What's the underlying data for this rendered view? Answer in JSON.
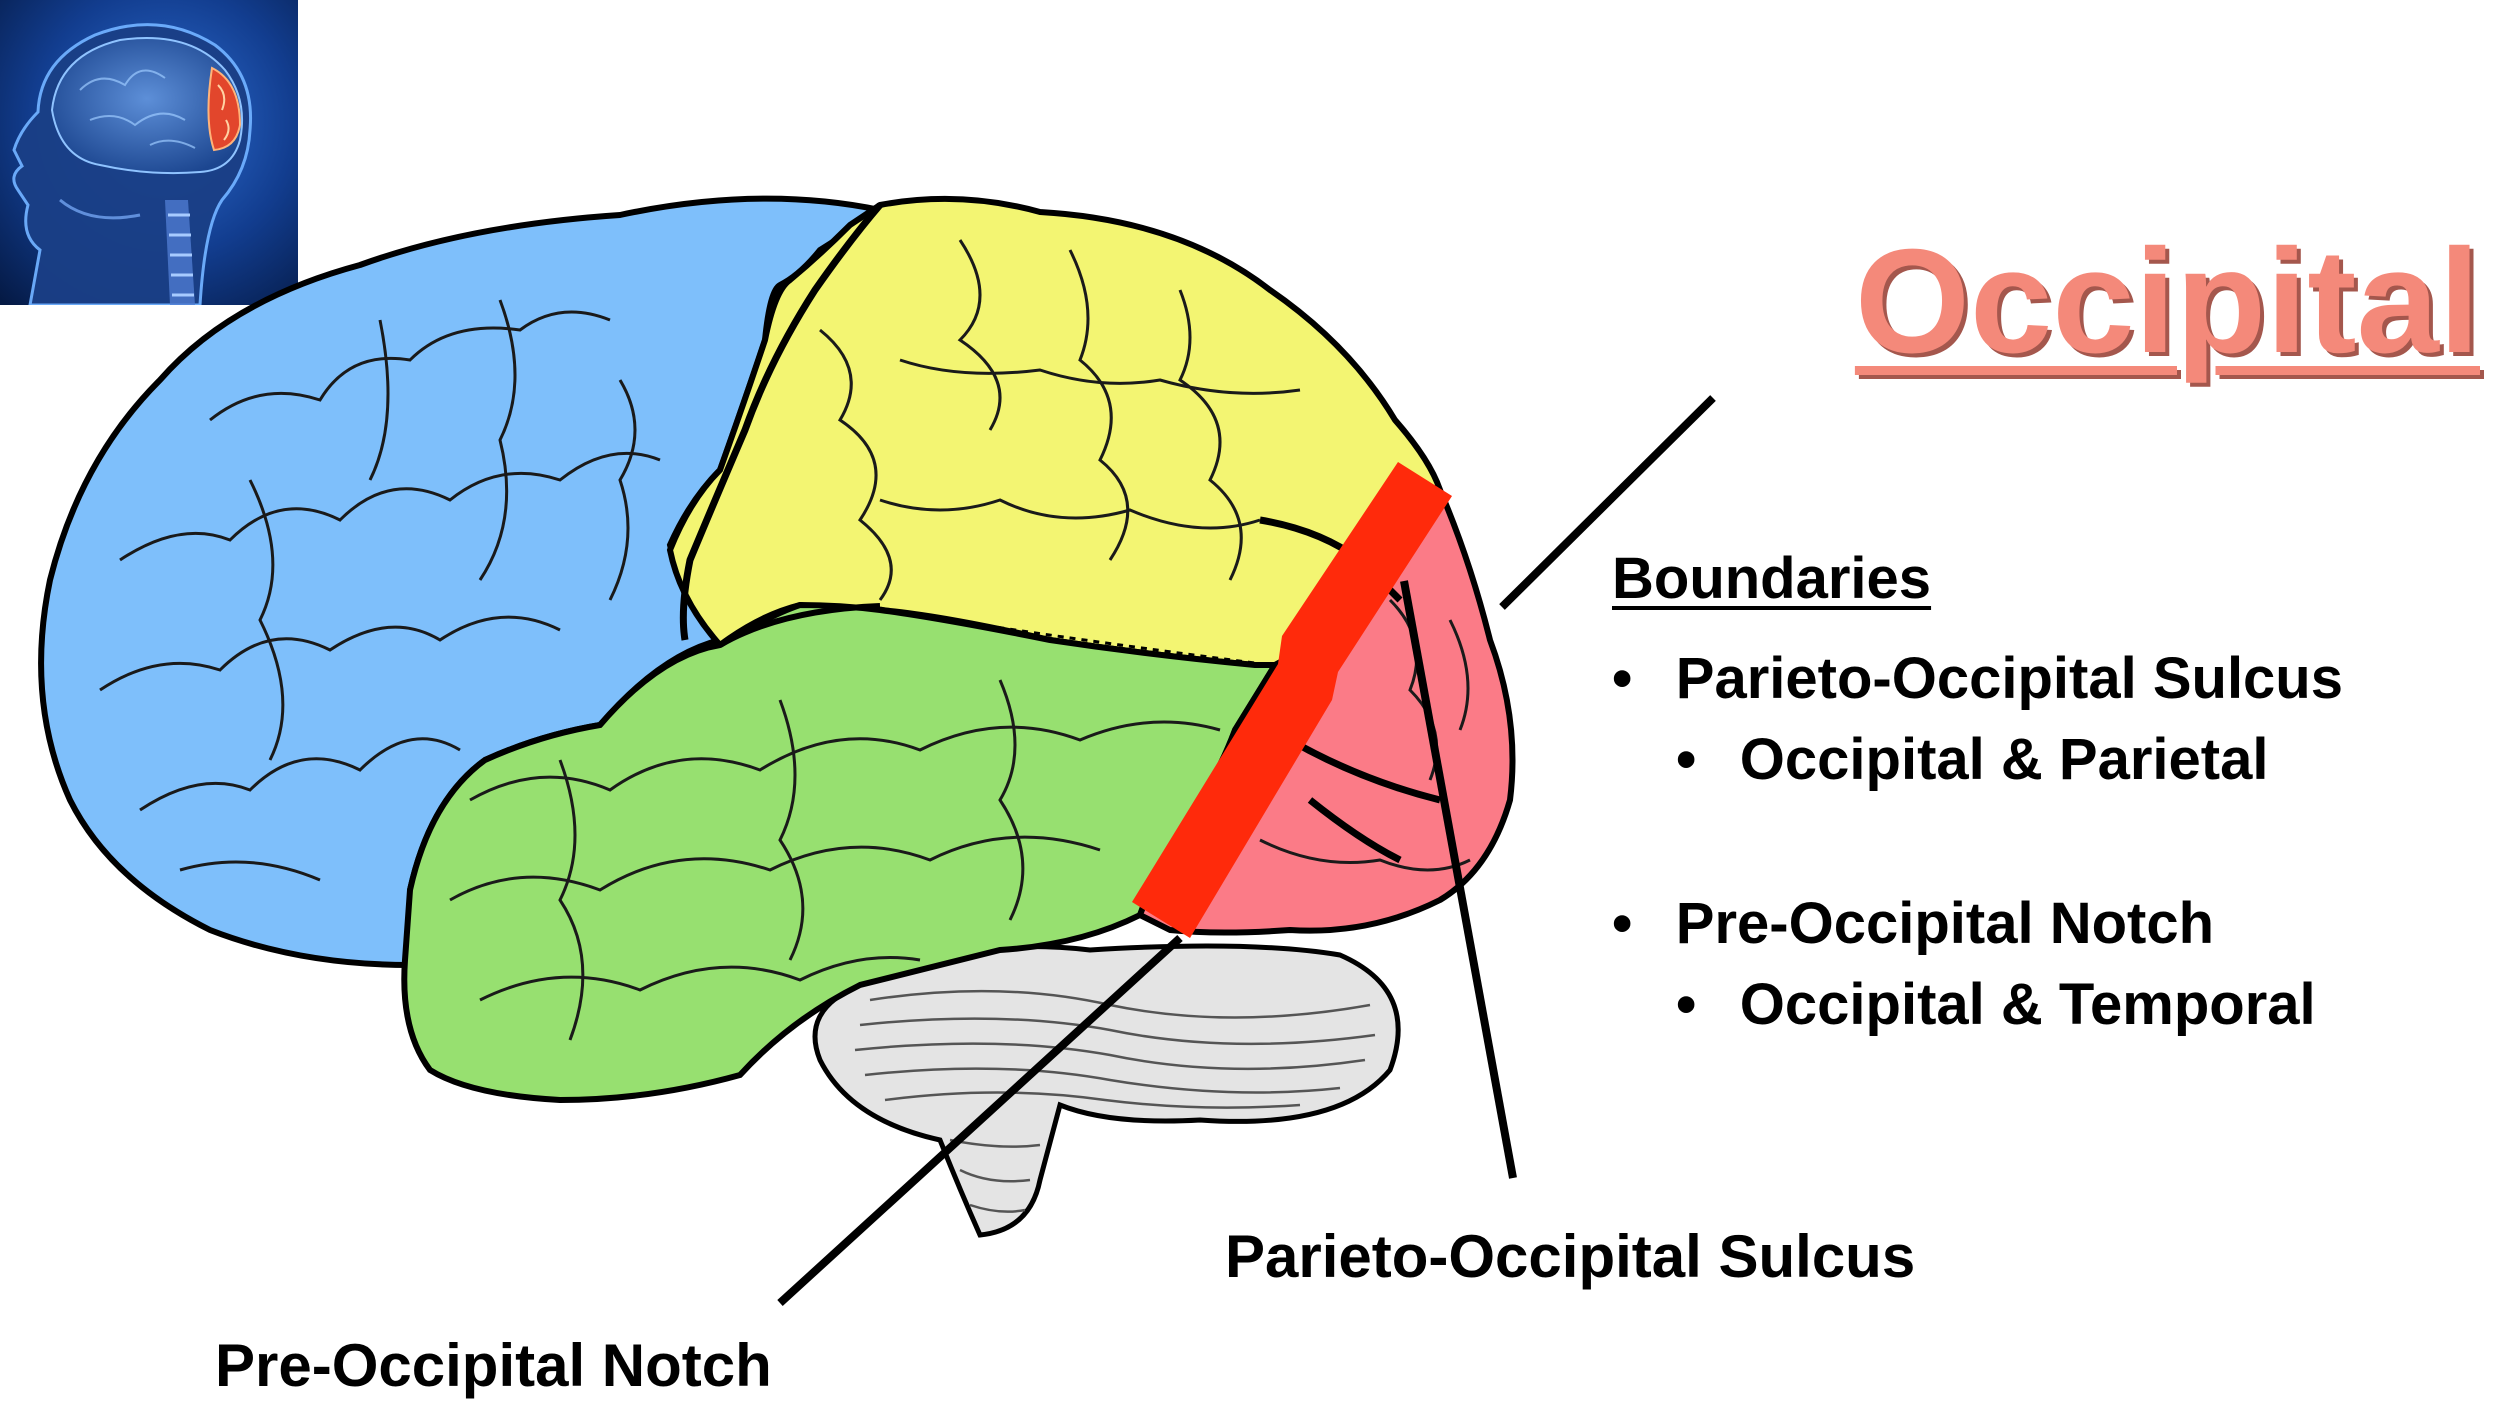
{
  "slide": {
    "title": "Occipital",
    "section_heading": "Boundaries",
    "bullets": [
      {
        "text": "Parieto-Occipital Sulcus",
        "sub": "Occipital & Parietal"
      },
      {
        "text": "Pre-Occipital Notch",
        "sub": "Occipital & Temporal"
      }
    ],
    "callouts": {
      "parieto_occipital_sulcus": "Parieto-Occipital Sulcus",
      "pre_occipital_notch": "Pre-Occipital Notch"
    },
    "bullet_glyph": "•"
  },
  "colors": {
    "title": "#f4897a",
    "frontal_lobe": "#7ebffb",
    "parietal_lobe": "#f3f572",
    "temporal_lobe": "#97e070",
    "occipital_lobe": "#fb7b87",
    "cerebellum": "#e4e4e4",
    "boundary_marker": "#ff2a0b",
    "thumbnail_background": "#0a2a63"
  },
  "icons": {
    "thumbnail": "head-mri-occipital-highlight",
    "brain": "brain-lateral-view-diagram"
  }
}
